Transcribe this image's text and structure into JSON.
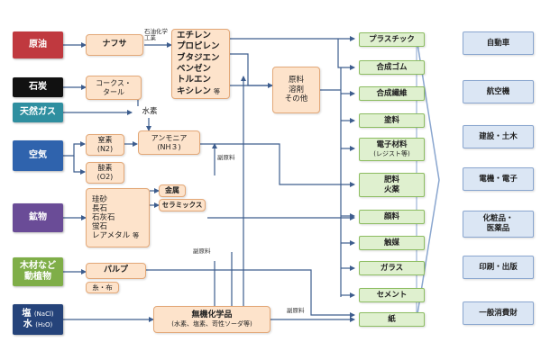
{
  "sources": {
    "oil": "原油",
    "coal": "石炭",
    "natural_gas": "天然ガス",
    "air": "空気",
    "minerals": "鉱物",
    "wood_line1": "木材など",
    "wood_line2": "動植物",
    "salt_water_line1": "塩",
    "salt_water_line1_sub": "(NaCl)",
    "salt_water_line2": "水",
    "salt_water_line2_sub": "(H₂O)"
  },
  "intermediates": {
    "naphtha": "ナフサ",
    "coke_line1": "コークス・",
    "coke_line2": "タール",
    "hydrogen": "水素",
    "nitrogen_line1": "窒素",
    "nitrogen_line2": "(N2)",
    "oxygen_line1": "酸素",
    "oxygen_line2": "(O2)",
    "ammonia_line1": "アンモニア",
    "ammonia_line2": "(NH３)",
    "minerals_list": [
      "珪砂",
      "長石",
      "石灰石",
      "蛍石",
      "レアメタル"
    ],
    "minerals_etc": "等",
    "metal": "金属",
    "ceramics": "セラミックス",
    "pulp": "パルプ",
    "thread_cloth": "糸・布",
    "raw_materials": [
      "原料",
      "溶剤",
      "その他"
    ],
    "inorganic_title": "無機化学品",
    "inorganic_sub": "(水素、塩素、苛性ソーダ等)"
  },
  "petrochemicals": {
    "items": [
      "エチレン",
      "プロピレン",
      "ブタジエン",
      "ベンゼン",
      "トルエン",
      "キシレン"
    ],
    "etc": "等"
  },
  "labels": {
    "petrochem_industry_line1": "石油化学",
    "petrochem_industry_line2": "工業",
    "byproduct_1": "副原料",
    "byproduct_2": "副原料",
    "byproduct_3": "副原料"
  },
  "products": [
    {
      "label": "プラスチック"
    },
    {
      "label": "合成ゴム"
    },
    {
      "label": "合成繊維"
    },
    {
      "label": "塗料"
    },
    {
      "label": "電子材料",
      "sub": "(レジスト等)"
    },
    {
      "label": "肥料",
      "label2": "火薬"
    },
    {
      "label": "顔料"
    },
    {
      "label": "触媒"
    },
    {
      "label": "ガラス"
    },
    {
      "label": "セメント"
    },
    {
      "label": "紙"
    }
  ],
  "applications": [
    {
      "label": "自動車"
    },
    {
      "label": "航空機"
    },
    {
      "label": "建設・土木"
    },
    {
      "label": "電機・電子"
    },
    {
      "label": "化粧品・",
      "label2": "医薬品"
    },
    {
      "label": "印刷・出版"
    },
    {
      "label": "一般消費財"
    }
  ],
  "colors": {
    "oil": "#c0393f",
    "coal": "#111111",
    "natural_gas": "#2f8fa0",
    "air": "#2f63ad",
    "minerals": "#6a4c97",
    "wood": "#7fae48",
    "salt_water": "#25437a",
    "connector": "#3d5d8e"
  }
}
